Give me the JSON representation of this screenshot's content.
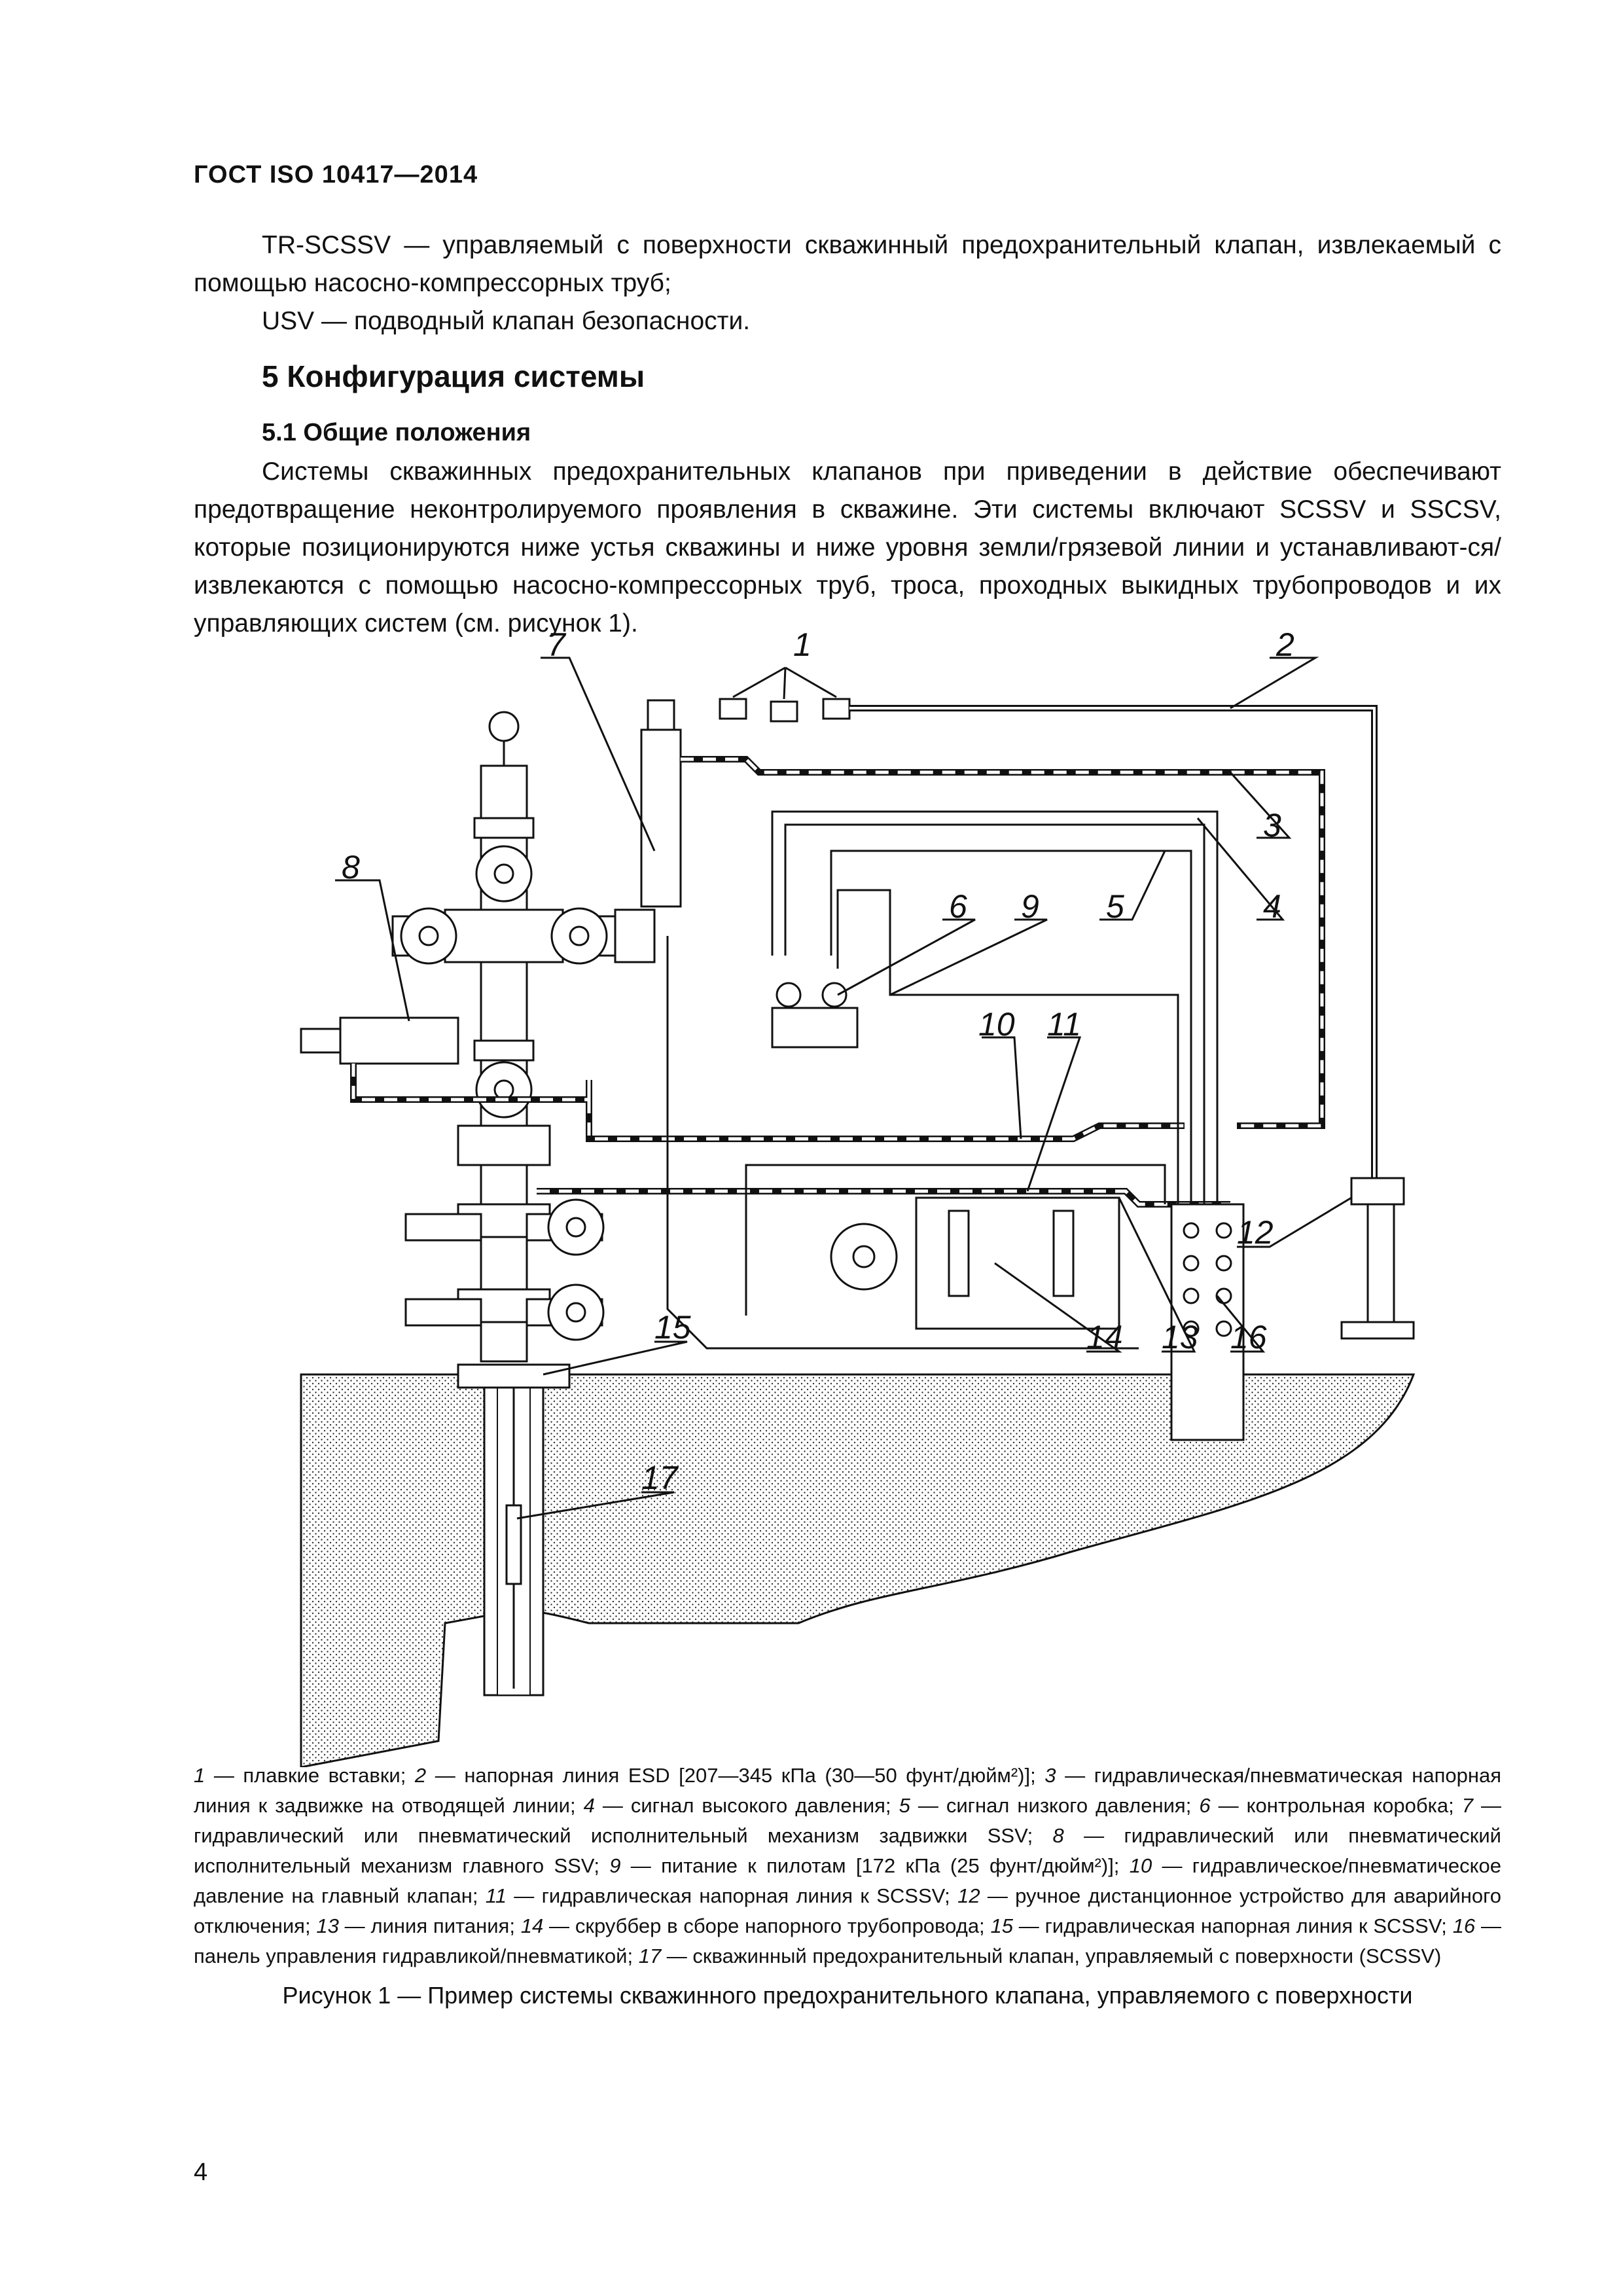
{
  "header": "ГОСТ ISO 10417—2014",
  "defs": [
    "TR-SCSSV — управляемый с поверхности скважинный предохранительный клапан, извлекаемый с помощью насосно-компрессорных труб;",
    "USV — подводный клапан безопасности."
  ],
  "section": {
    "title": "5 Конфигурация системы",
    "subtitle": "5.1 Общие положения",
    "paragraph": "Системы скважинных предохранительных клапанов при приведении в действие обеспечивают предотвращение неконтролируемого проявления в скважине. Эти системы включают SCSSV и SSCSV, которые позиционируются ниже устья скважины и ниже уровня земли/грязевой линии и устанавливают-ся/извлекаются с помощью насосно-компрессорных труб, троса, проходных выкидных трубопроводов и их управляющих систем (см. рисунок 1)."
  },
  "figure": {
    "labels": [
      "1",
      "2",
      "3",
      "4",
      "5",
      "6",
      "7",
      "8",
      "9",
      "10",
      "11",
      "12",
      "13",
      "14",
      "15",
      "16",
      "17"
    ],
    "legend": [
      {
        "n": "1",
        "t": "плавкие вставки;"
      },
      {
        "n": "2",
        "t": "напорная линия ESD [207—345 кПа (30—50 фунт/дюйм²)];"
      },
      {
        "n": "3",
        "t": "гидравлическая/пневматическая напорная линия к задвижке на отводящей линии;"
      },
      {
        "n": "4",
        "t": "сигнал высокого давления;"
      },
      {
        "n": "5",
        "t": "сигнал низкого давления;"
      },
      {
        "n": "6",
        "t": "контрольная коробка;"
      },
      {
        "n": "7",
        "t": "гидравлический или пневматический исполнительный механизм задвижки SSV;"
      },
      {
        "n": "8",
        "t": "гидравлический или пневматический исполнительный механизм главного SSV;"
      },
      {
        "n": "9",
        "t": "питание к пилотам [172 кПа (25 фунт/дюйм²)];"
      },
      {
        "n": "10",
        "t": "гидравлическое/пневматическое давление на главный клапан;"
      },
      {
        "n": "11",
        "t": "гидравлическая напорная линия к SCSSV;"
      },
      {
        "n": "12",
        "t": "ручное дистанционное устройство для аварийного отключения;"
      },
      {
        "n": "13",
        "t": "линия питания;"
      },
      {
        "n": "14",
        "t": "скруббер в сборе напорного трубопровода;"
      },
      {
        "n": "15",
        "t": "гидравлическая напорная линия к SCSSV;"
      },
      {
        "n": "16",
        "t": "панель управления гидравликой/пневматикой;"
      },
      {
        "n": "17",
        "t": "скважинный предохранительный клапан, управляемый с поверхности (SCSSV)"
      }
    ],
    "caption": "Рисунок 1 — Пример системы скважинного предохранительного клапана, управляемого с поверхности"
  },
  "page_number": "4"
}
